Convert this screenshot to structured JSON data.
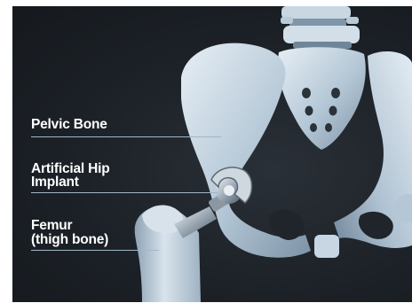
{
  "labels": {
    "pelvic_bone": "Pelvic Bone",
    "implant_line1": "Artificial Hip",
    "implant_line2": "Implant",
    "femur_line1": "Femur",
    "femur_line2": "(thigh bone)"
  },
  "colors": {
    "background": "#1c2127",
    "bone_light": "#dfe9f1",
    "bone_mid": "#a9bdcd",
    "bone_shadow": "#6d8397",
    "leader_line": "#9fb6c9",
    "label_text": "#ffffff"
  }
}
